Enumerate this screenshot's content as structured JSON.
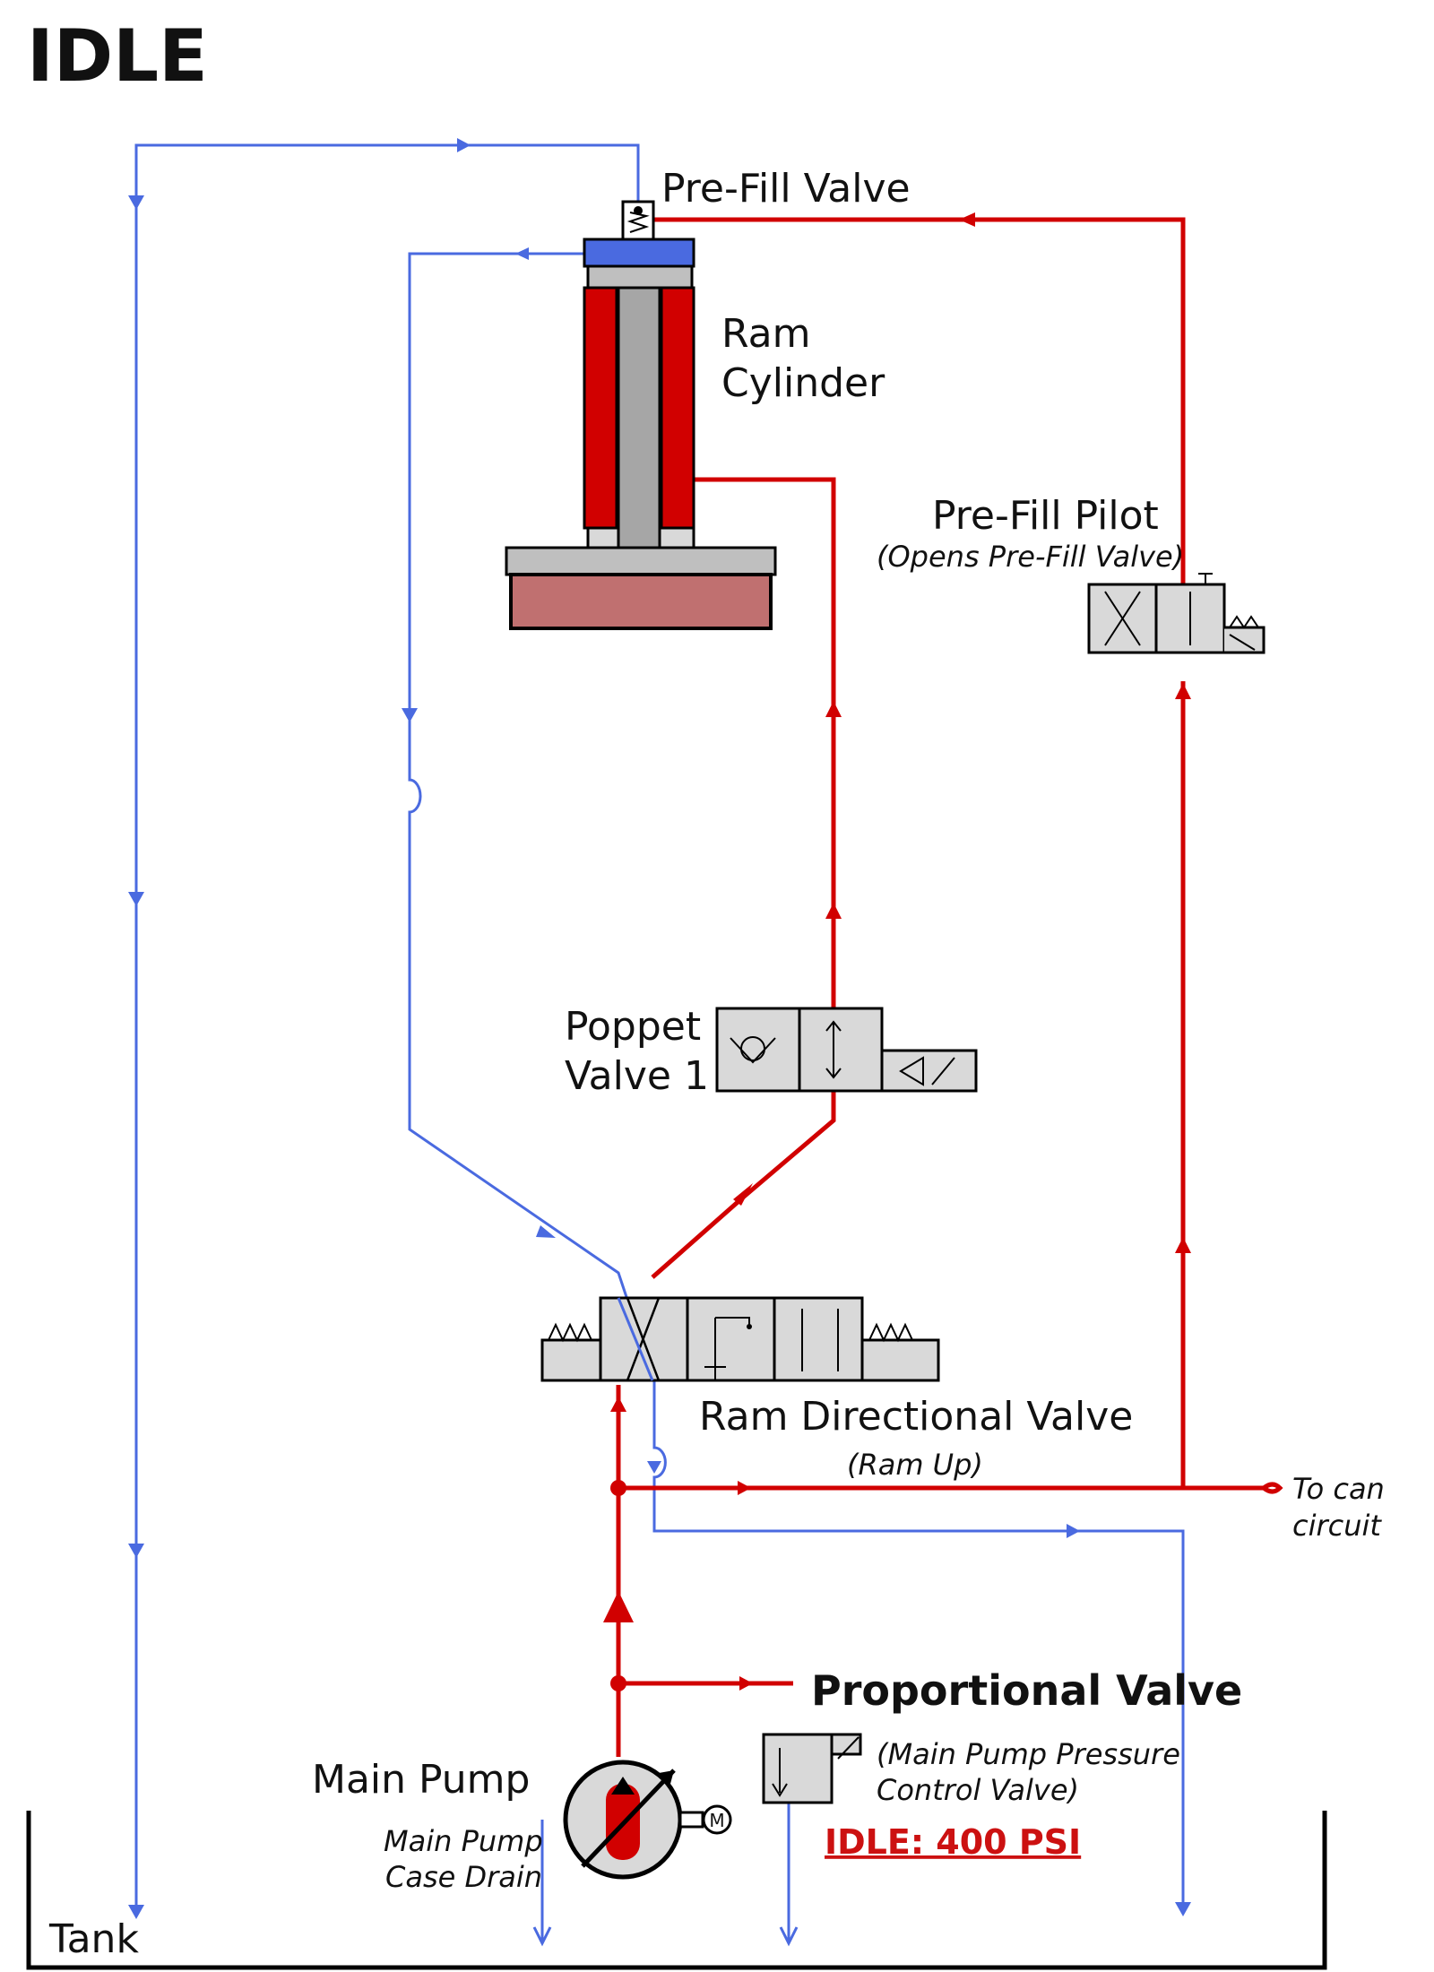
{
  "title": "IDLE",
  "labels": {
    "pre_fill_valve": "Pre-Fill Valve",
    "ram_cylinder_line1": "Ram",
    "ram_cylinder_line2": "Cylinder",
    "pre_fill_pilot": "Pre-Fill Pilot",
    "pre_fill_pilot_note": "(Opens Pre-Fill Valve)",
    "poppet_valve_line1": "Poppet",
    "poppet_valve_line2": "Valve 1",
    "ram_directional_valve": "Ram Directional Valve",
    "ram_directional_note": "(Ram Up)",
    "to_can_circuit_line1": "To can",
    "to_can_circuit_line2": "circuit",
    "proportional_valve": "Proportional Valve",
    "proportional_note_line1": "(Main Pump Pressure",
    "proportional_note_line2": "Control Valve)",
    "idle_pressure": "IDLE: 400 PSI",
    "main_pump": "Main Pump",
    "case_drain_line1": "Main Pump",
    "case_drain_line2": "Case Drain",
    "motor_symbol": "M",
    "tank": "Tank"
  },
  "colors": {
    "pressure_line": "#d10000",
    "tank_line": "#4a6ae0",
    "component_fill": "#d9d9d9",
    "ram_platen": "#c07070"
  }
}
